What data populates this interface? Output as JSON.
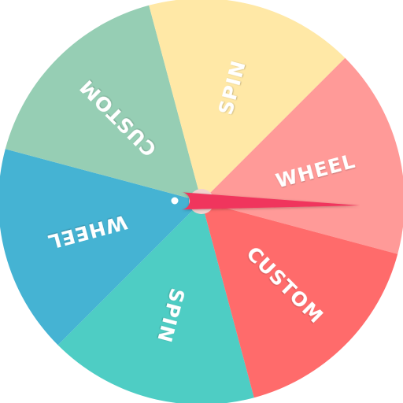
{
  "wheel": {
    "segments": [
      {
        "label": "SPIN",
        "color": "#4ECDC4"
      },
      {
        "label": "WHEEL",
        "color": "#45B3D3"
      },
      {
        "label": "CUSTOM",
        "color": "#96CEB4"
      },
      {
        "label": "SPIN",
        "color": "#FFE8A6"
      },
      {
        "label": "WHEEL",
        "color": "#FF9A98"
      },
      {
        "label": "CUSTOM",
        "color": "#FF6B6B"
      }
    ],
    "pointer": {
      "color": "#F0345D",
      "hub_color": "#F2D2CF"
    }
  }
}
